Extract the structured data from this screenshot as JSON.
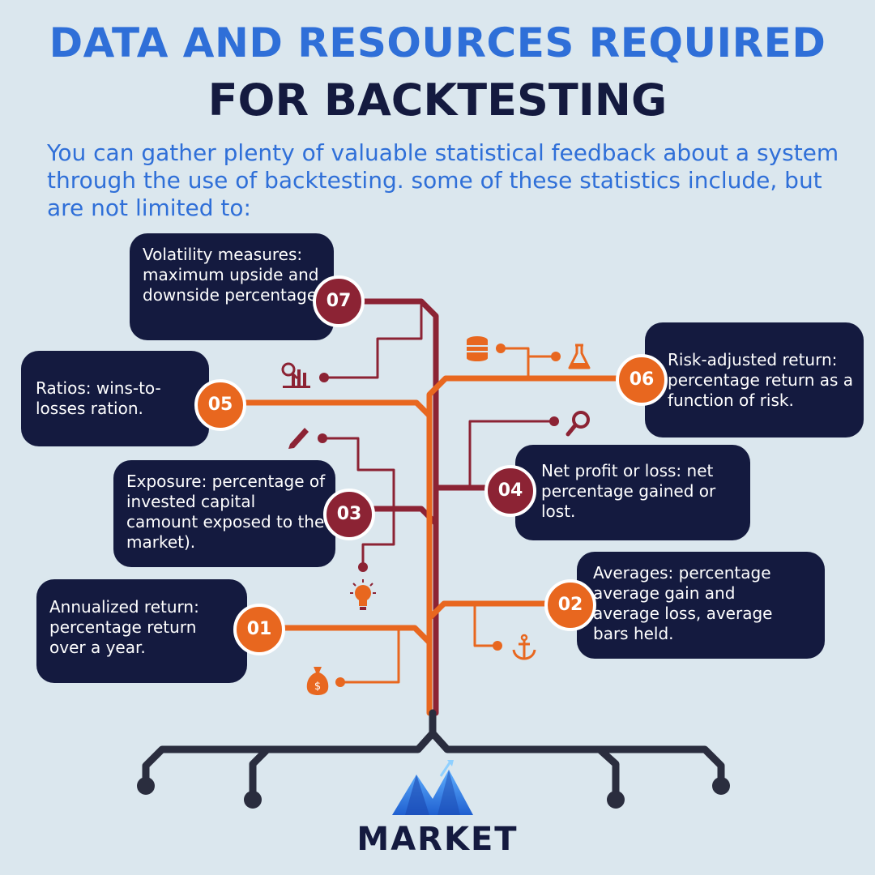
{
  "title": {
    "line1": "DATA AND RESOURCES REQUIRED",
    "line2": "FOR BACKTESTING"
  },
  "intro": "You can gather plenty of valuable statistical feedback about a system through the use of backtesting. some of these statistics include, but are not limited to:",
  "items": [
    {
      "number": "07",
      "text": "Volatility measures: maximum upside and downside percentage."
    },
    {
      "number": "06",
      "text": "Risk-adjusted return: percentage return as a function of risk."
    },
    {
      "number": "05",
      "text": "Ratios: wins-to-losses ration."
    },
    {
      "number": "04",
      "text": "Net profit or loss: net percentage gained or lost."
    },
    {
      "number": "03",
      "text": "Exposure: percentage of invested capital camount exposed to the market)."
    },
    {
      "number": "02",
      "text": "Averages: percentage average gain and average loss, average bars held."
    },
    {
      "number": "01",
      "text": "Annualized return: percentage return over a year."
    }
  ],
  "brand": "MARKET",
  "colors": {
    "navy": "#141a3f",
    "blue": "#2f6fd8",
    "orange": "#e8671f",
    "maroon": "#8c2334",
    "background": "#dbe7ee"
  },
  "icons": [
    "chart-magnifier-icon",
    "coin-stack-icon",
    "flask-icon",
    "magnifier-icon",
    "pencil-icon",
    "lightbulb-icon",
    "money-bag-icon",
    "anchor-icon"
  ]
}
